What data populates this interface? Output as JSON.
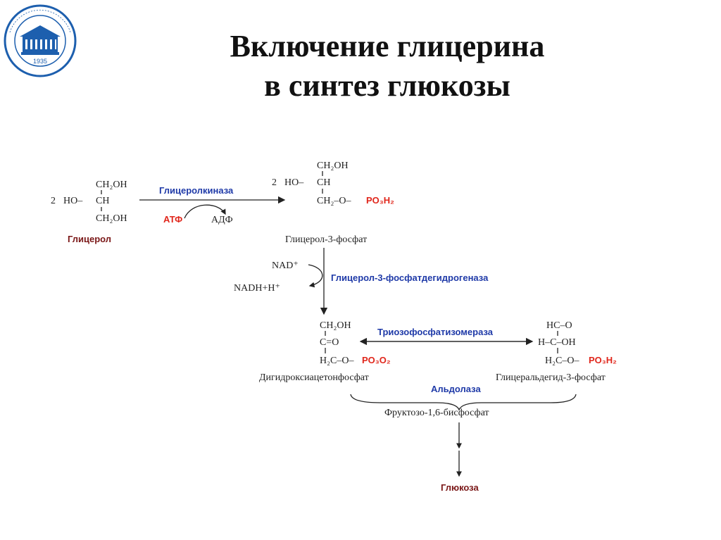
{
  "slide": {
    "title_line1": "Включение глицерина",
    "title_line2": "в синтез глюкозы"
  },
  "logo": {
    "name": "university-seal",
    "year": "1935",
    "colors": {
      "ring": "#1d5fae",
      "building": "#1d5fae"
    }
  },
  "diagram": {
    "glycerol": {
      "coef": "2",
      "line1": "CH₂OH",
      "line2_left": "HO–",
      "line2_right": "CH",
      "line3": "CH₂OH",
      "name": "Глицерол"
    },
    "enzyme1": "Глицеролкиназа",
    "atp": "АТФ",
    "adp": "АДФ",
    "g3p": {
      "coef": "2",
      "line1": "CH₂OH",
      "line2_left": "HO–",
      "line2_right": "CH",
      "line3_left": "CH₂–O–",
      "line3_group": "PO₃H₂",
      "name": "Глицерол-3-фосфат"
    },
    "nad": "NAD⁺",
    "nadh": "NADH+H⁺",
    "enzyme2": "Глицерол-3-фосфатдегидрогеназа",
    "dhap": {
      "line1": "CH₂OH",
      "line2": "C=O",
      "line3_left": "H₂C–O–",
      "line3_group": "PO₃O₂",
      "name": "Дигидроксиацетонфосфат"
    },
    "enzyme3": "Триозофосфатизомераза",
    "gap": {
      "line1": "HC–O",
      "line2": "H–C–OH",
      "line3_left": "H₂C–O–",
      "line3_group": "PO₃H₂",
      "name": "Глицеральдегид-3-фосфат"
    },
    "enzyme4": "Альдолаза",
    "fbp": "Фруктозо-1,6-бисфосфат",
    "glucose": "Глюкоза",
    "colors": {
      "enzyme": "#1f3aa8",
      "highlight": "#e0261b",
      "label": "#7a1717"
    }
  }
}
